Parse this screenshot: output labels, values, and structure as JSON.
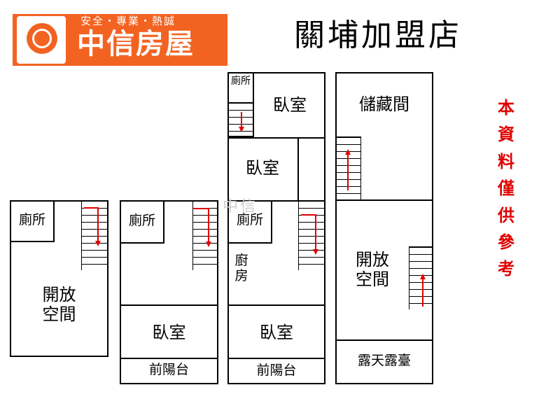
{
  "header": {
    "logo_slogan": "安全・專業・熱誠",
    "logo_brand": "中信房屋",
    "store_name": "關埔加盟店"
  },
  "note": "本資料僅供參考",
  "watermark": "中信",
  "floors": [
    {
      "rooms": [
        "廁所",
        "開放\n空間"
      ]
    },
    {
      "rooms": [
        "廁所",
        "臥室",
        "前陽台"
      ]
    },
    {
      "rooms": [
        "廁所",
        "臥室",
        "臥室",
        "廁所",
        "廚\n房",
        "臥室",
        "前陽台"
      ]
    },
    {
      "rooms": [
        "儲藏間",
        "開放\n空間",
        "露天露臺"
      ]
    }
  ],
  "colors": {
    "brand": "#f26322",
    "note": "#e00000",
    "arrow": "#e00000"
  }
}
